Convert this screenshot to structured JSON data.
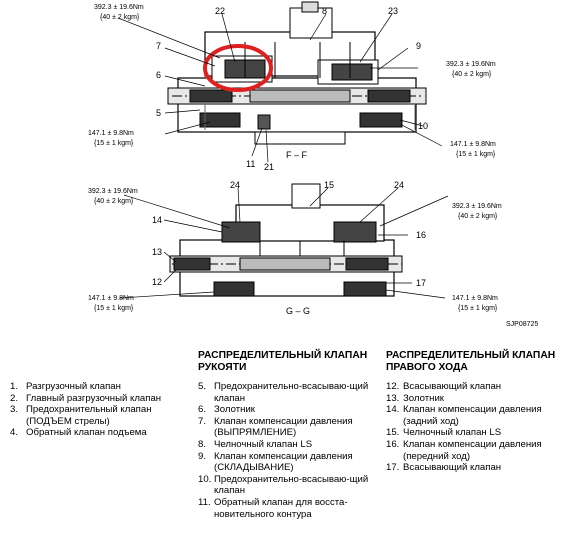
{
  "diagram": {
    "torques": {
      "t_top_left": [
        "392.3 ± 19.6Nm",
        "{40 ± 2 kgm}"
      ],
      "t_top_right": [
        "392.3 ± 19.6Nm",
        "{40 ± 2 kgm}"
      ],
      "t_mid_left": [
        "147.1 ± 9.8Nm",
        "{15 ± 1 kgm}"
      ],
      "t_mid_right": [
        "147.1 ± 9.8Nm",
        "{15 ± 1 kgm}"
      ],
      "t_gg_top_left": [
        "392.3 ± 19.6Nm",
        "{40 ± 2 kgm}"
      ],
      "t_gg_top_right": [
        "392.3 ± 19.6Nm",
        "{40 ± 2 kgm}"
      ],
      "t_gg_bot_left": [
        "147.1 ± 9.8Nm",
        "{15 ± 1 kgm}"
      ],
      "t_gg_bot_right": [
        "147.1 ± 9.8Nm",
        "{15 ± 1 kgm}"
      ]
    },
    "callouts": {
      "c22": "22",
      "c8": "8",
      "c23": "23",
      "c7": "7",
      "c9": "9",
      "c6": "6",
      "c5": "5",
      "c10": "10",
      "c11": "11",
      "c21": "21",
      "c15": "15",
      "c24a": "24",
      "c24b": "24",
      "c14": "14",
      "c16": "16",
      "c13": "13",
      "c12": "12",
      "c17": "17"
    },
    "section_ff": "F – F",
    "section_gg": "G – G",
    "code": "SJP08725"
  },
  "legend": {
    "col1": {
      "items": [
        {
          "num": "1.",
          "text": "Разгрузочный клапан"
        },
        {
          "num": "2.",
          "text": "Главный разгрузочный клапан"
        },
        {
          "num": "3.",
          "text": "Предохранительный клапан (ПОДЪЕМ стрелы)"
        },
        {
          "num": "4.",
          "text": "Обратный клапан подъема"
        }
      ]
    },
    "col2": {
      "heading": "РАСПРЕДЕЛИТЕЛЬНЫЙ КЛАПАН РУКОЯТИ",
      "items": [
        {
          "num": "5.",
          "text": "Предохранительно-всасываю-щий клапан"
        },
        {
          "num": "6.",
          "text": "Золотник"
        },
        {
          "num": "7.",
          "text": "Клапан компенсации давления (ВЫПРЯМЛЕНИЕ)"
        },
        {
          "num": "8.",
          "text": "Челночный клапан LS"
        },
        {
          "num": "9.",
          "text": "Клапан компенсации давления (СКЛАДЫВАНИЕ)"
        },
        {
          "num": "10.",
          "text": "Предохранительно-всасываю-щий клапан"
        },
        {
          "num": "11.",
          "text": "Обратный клапан для восста-новительного контура"
        }
      ]
    },
    "col3": {
      "heading": "РАСПРЕДЕЛИТЕЛЬНЫЙ КЛАПАН ПРАВОГО ХОДА",
      "items": [
        {
          "num": "12.",
          "text": "Всасывающий клапан"
        },
        {
          "num": "13.",
          "text": "Золотник"
        },
        {
          "num": "14.",
          "text": "Клапан компенсации давления (задний ход)"
        },
        {
          "num": "15.",
          "text": "Челночный клапан LS"
        },
        {
          "num": "16.",
          "text": "Клапан компенсации давления (передний ход)"
        },
        {
          "num": "17.",
          "text": "Всасывающий клапан"
        }
      ]
    }
  }
}
